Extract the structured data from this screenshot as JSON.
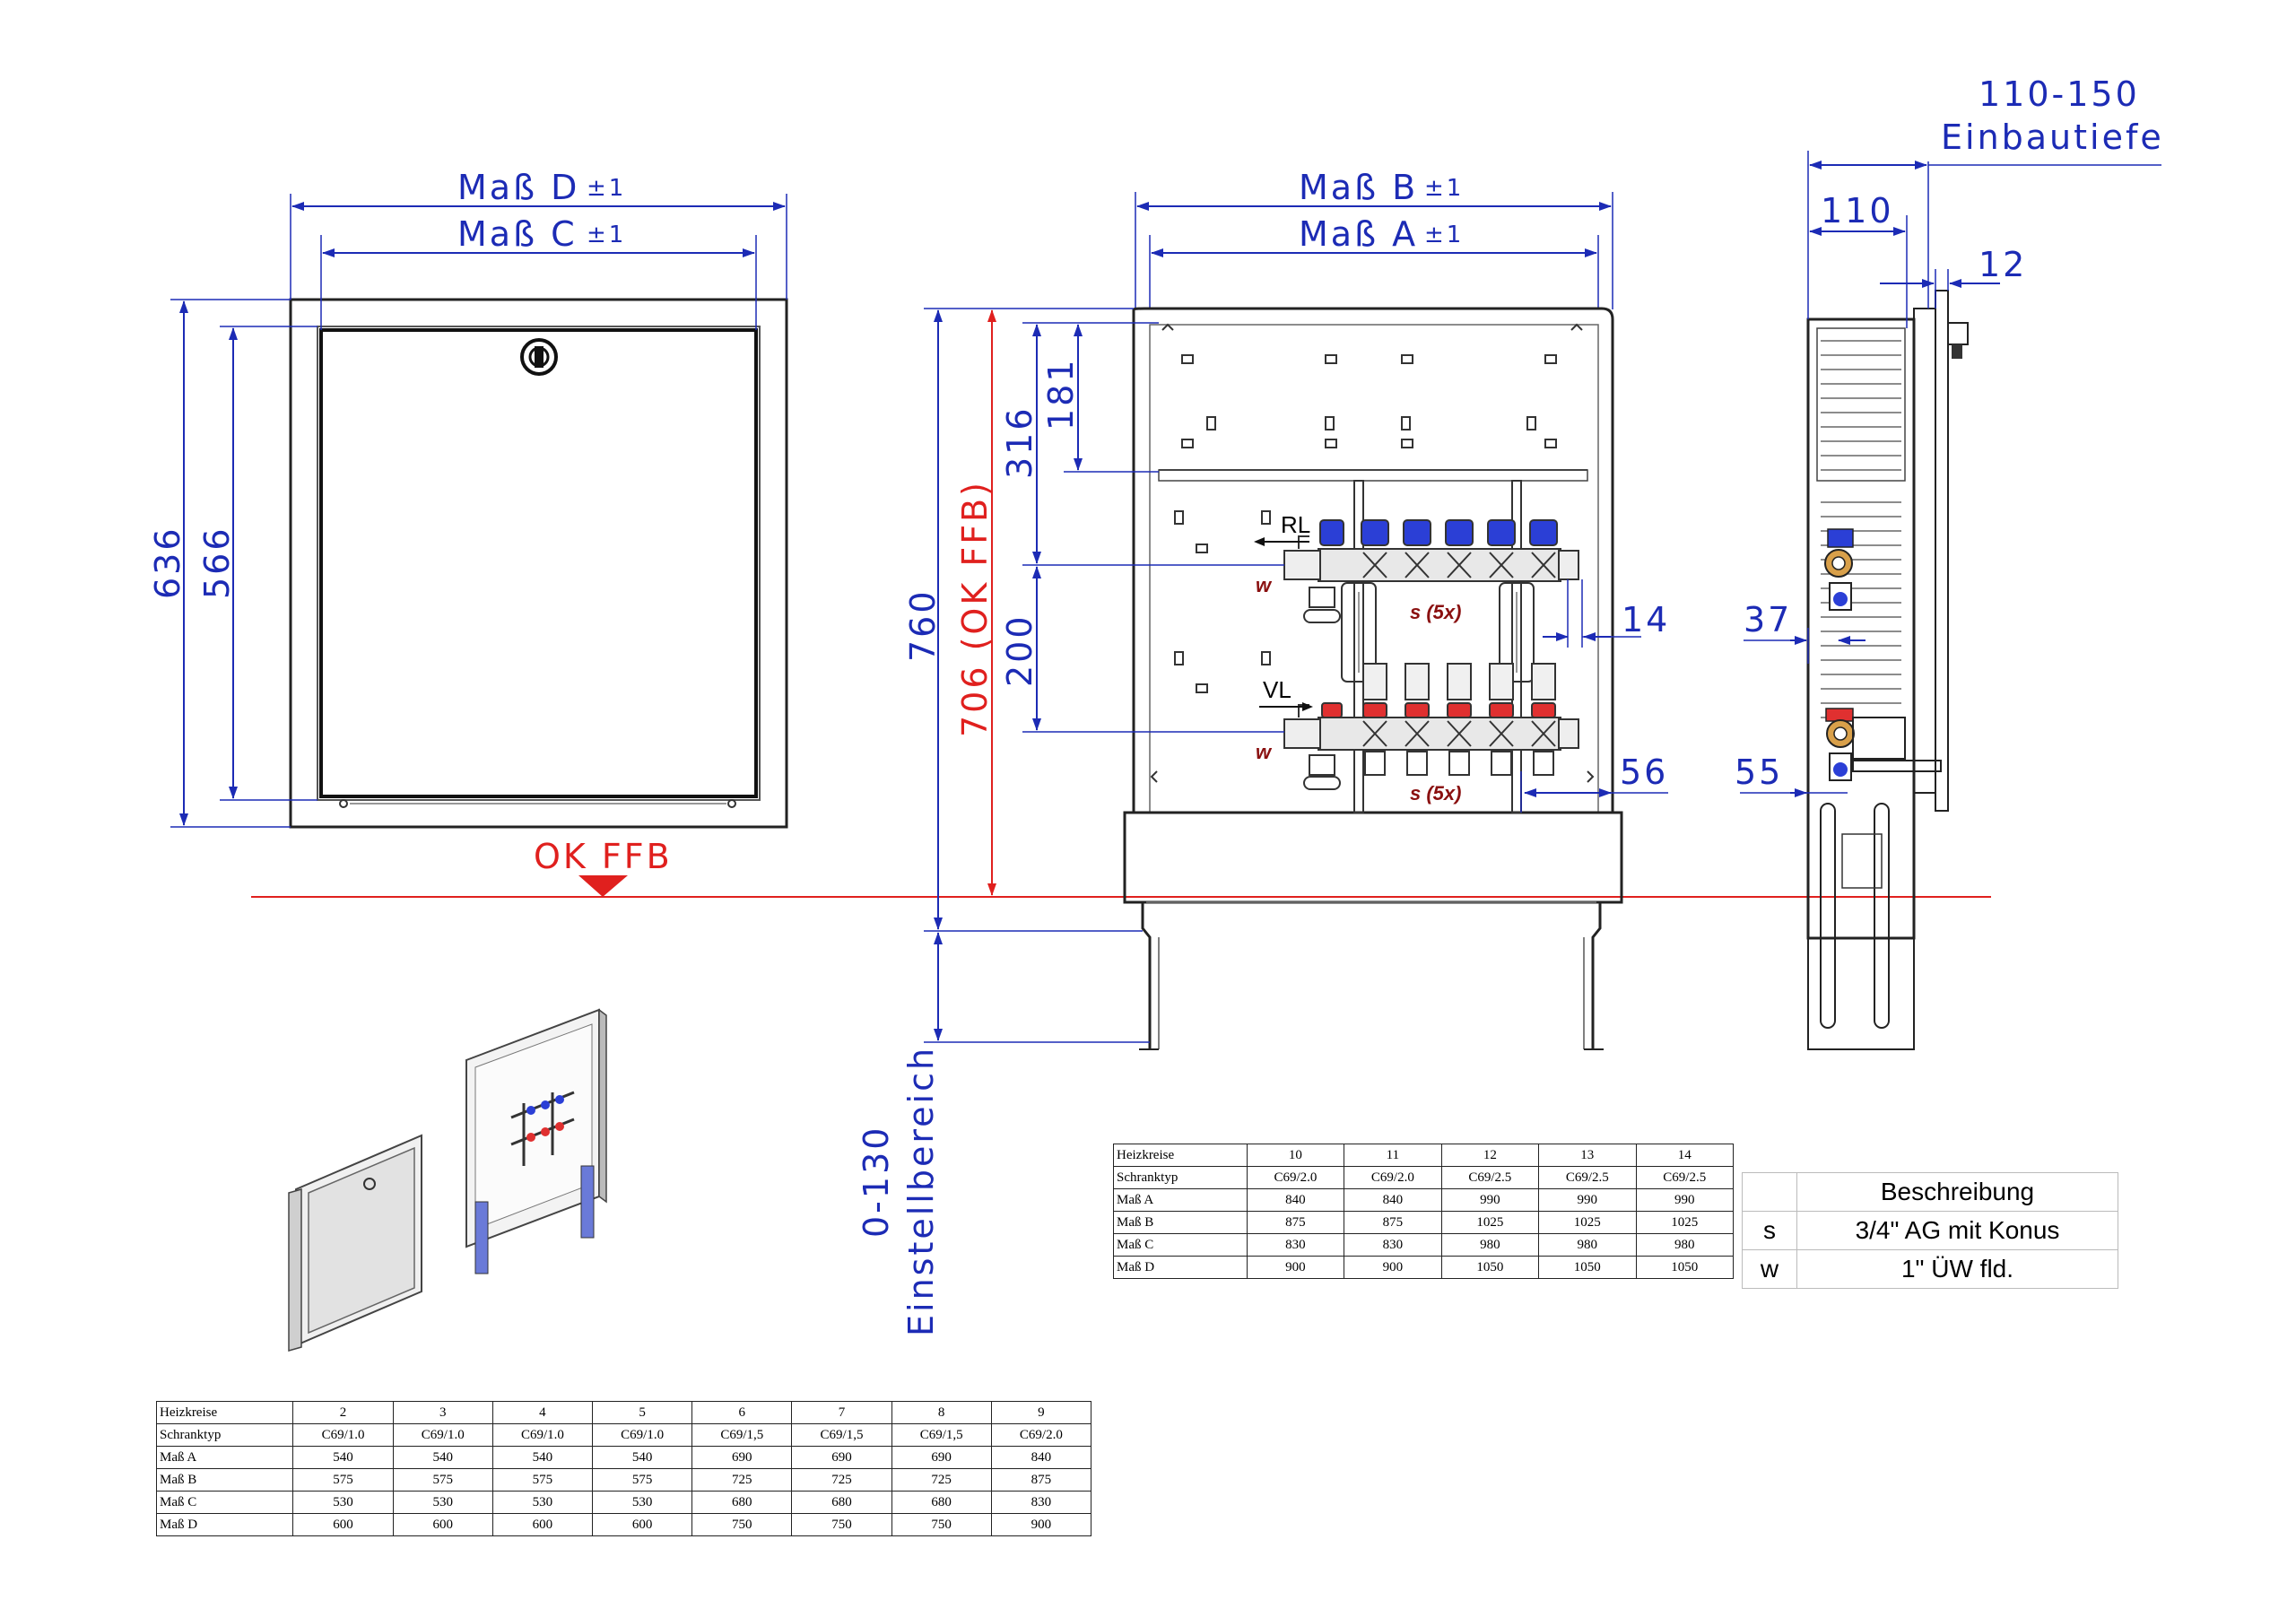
{
  "dimensions": {
    "mass_d": "Maß D",
    "mass_c": "Maß C",
    "mass_b": "Maß B",
    "mass_a": "Maß A",
    "tolerance": "±1",
    "h636": "636",
    "h566": "566",
    "h760": "760",
    "h706": "706 (OK FFB)",
    "h316": "316",
    "h181": "181",
    "h200": "200",
    "einstell_range": "0-130",
    "einstell_label": "Einstellbereich",
    "d14": "14",
    "d56": "56",
    "d110_150": "110-150",
    "einbautiefe": "Einbautiefe",
    "d110": "110",
    "d12": "12",
    "d37": "37",
    "d55": "55"
  },
  "labels": {
    "ok_ffb": "OK FFB",
    "rl": "RL",
    "vl": "VL",
    "w": "w",
    "s5x": "s (5x)"
  },
  "table_large": {
    "headers": [
      "Heizkreise",
      "10",
      "11",
      "12",
      "13",
      "14"
    ],
    "rows": [
      [
        "Schranktyp",
        "C69/2.0",
        "C69/2.0",
        "C69/2.5",
        "C69/2.5",
        "C69/2.5"
      ],
      [
        "Maß A",
        "840",
        "840",
        "990",
        "990",
        "990"
      ],
      [
        "Maß B",
        "875",
        "875",
        "1025",
        "1025",
        "1025"
      ],
      [
        "Maß C",
        "830",
        "830",
        "980",
        "980",
        "980"
      ],
      [
        "Maß D",
        "900",
        "900",
        "1050",
        "1050",
        "1050"
      ]
    ]
  },
  "table_small": {
    "headers": [
      "Heizkreise",
      "2",
      "3",
      "4",
      "5",
      "6",
      "7",
      "8",
      "9"
    ],
    "rows": [
      [
        "Schranktyp",
        "C69/1.0",
        "C69/1.0",
        "C69/1.0",
        "C69/1.0",
        "C69/1,5",
        "C69/1,5",
        "C69/1,5",
        "C69/2.0"
      ],
      [
        "Maß A",
        "540",
        "540",
        "540",
        "540",
        "690",
        "690",
        "690",
        "840"
      ],
      [
        "Maß B",
        "575",
        "575",
        "575",
        "575",
        "725",
        "725",
        "725",
        "875"
      ],
      [
        "Maß C",
        "530",
        "530",
        "530",
        "530",
        "680",
        "680",
        "680",
        "830"
      ],
      [
        "Maß D",
        "600",
        "600",
        "600",
        "600",
        "750",
        "750",
        "750",
        "900"
      ]
    ]
  },
  "description": {
    "header": "Beschreibung",
    "rows": [
      {
        "key": "s",
        "value": "3/4\" AG mit Konus"
      },
      {
        "key": "w",
        "value": "1\" ÜW fld."
      }
    ]
  },
  "colors": {
    "dimension_blue": "#1c2bb5",
    "ok_ffb_red": "#e0201e",
    "return_blue": "#2b3fd6",
    "flow_red": "#e03030"
  }
}
